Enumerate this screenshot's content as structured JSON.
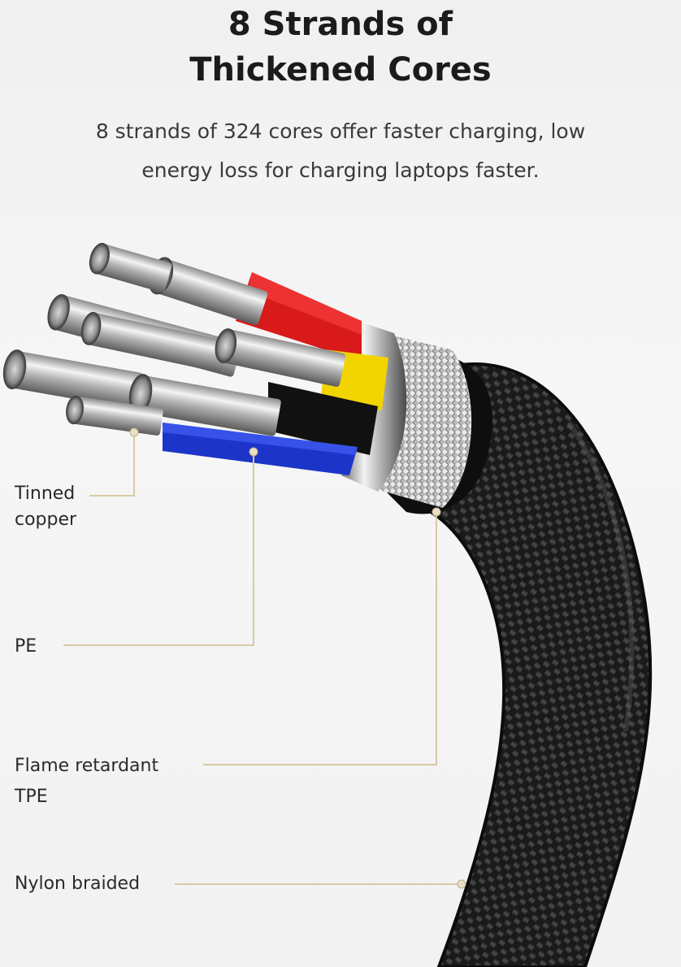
{
  "heading": {
    "line1": "8 Strands of",
    "line2": "Thickened Cores"
  },
  "description": {
    "line1": "8 strands of 324 cores offer faster charging, low",
    "line2": "energy loss for charging laptops faster."
  },
  "callouts": {
    "tinned_copper": {
      "line1": "Tinned",
      "line2": "copper"
    },
    "pe": "PE",
    "flame_retardant": {
      "line1": "Flame retardant",
      "line2": "TPE"
    },
    "nylon": "Nylon braided"
  },
  "colors": {
    "callout_line": "#d8c9a6",
    "red_core": "#d81a1a",
    "yellow_core": "#f2d400",
    "blue_core": "#1c34c8",
    "braid": "#1b1b1b"
  }
}
